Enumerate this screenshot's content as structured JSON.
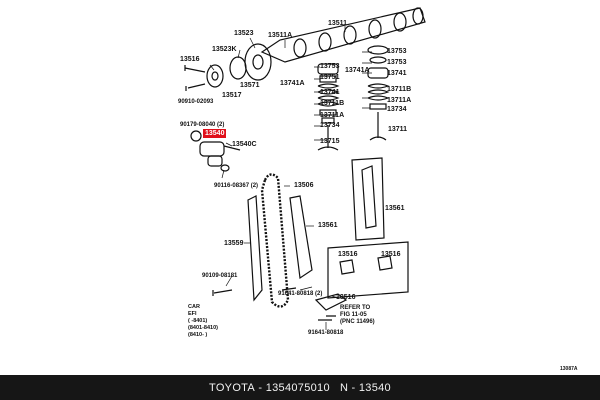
{
  "diagram": {
    "highlight_label": "13540",
    "labels": {
      "l13523": "13523",
      "l13511a": "13511A",
      "l13511": "13511",
      "l13523k": "13523K",
      "l13753a": "13753",
      "l13753b": "13753",
      "l13751a": "13751",
      "l13751b": "13751",
      "l13741a": "13741A",
      "l13741b": "13741",
      "l13741c": "13741A",
      "l13741d": "13741",
      "l13516": "13516",
      "l13571": "13571",
      "l13517": "13517",
      "l90910": "90910-02093",
      "l13711b_a": "13711B",
      "l13711b_b": "13711B",
      "l13711a_a": "13711A",
      "l13711a_b": "13711A",
      "l13734a": "13734",
      "l13734b": "13734",
      "l13711": "13711",
      "l13715": "13715",
      "l90179": "90179-08040 (2)",
      "l13540c": "13540C",
      "l90116": "90116-08367 (2)",
      "l13506": "13506",
      "l13561": "13561",
      "l13561b": "13561",
      "l13559": "13559",
      "l13516b": "13516",
      "l13516c": "13516",
      "l13516d": "13516",
      "l90109": "90109-08181",
      "l91641a": "91641-80818 (2)",
      "l91641b": "91641-80818"
    },
    "legend": {
      "l1": "CAR",
      "l2": "EFI",
      "l3": "(        -8401)",
      "l4": "(8401-8410)",
      "l5": "(8410-        )"
    },
    "note": {
      "l1": "REFER TO",
      "l2": "FIG 11-05",
      "l3": "(PNC 11496)"
    },
    "drawing_code": "13087A"
  },
  "footer": {
    "brand": "TOYOTA",
    "separator": " - ",
    "part_number": "1354075010",
    "gap": "   N - ",
    "part_code": "13540"
  }
}
